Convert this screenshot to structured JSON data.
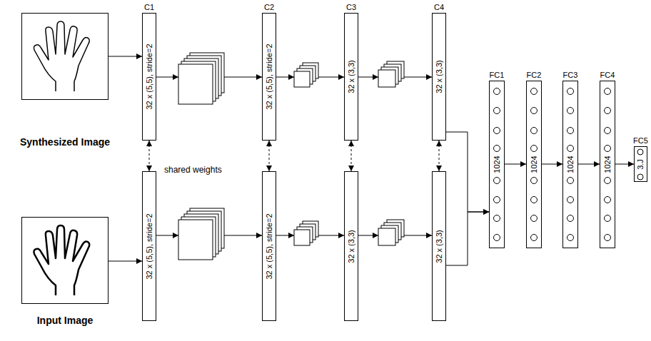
{
  "diagram": {
    "nodes": [
      {
        "text": [
          "Synthesized Image"
        ]
      },
      {
        "text": [
          "C1",
          "32 x (5,5), stride=2"
        ]
      },
      {
        "text": [
          "C2",
          "32 x (5,5), stride=2"
        ]
      },
      {
        "text": [
          "C3",
          "32 x (3,3)"
        ]
      },
      {
        "text": [
          "C4",
          "32 x (3,3)"
        ]
      },
      {
        "text": [
          "Input Image"
        ]
      },
      {
        "text": [
          "32 x (5,5), stride=2"
        ]
      },
      {
        "text": [
          "32 x (5,5), stride=2"
        ]
      },
      {
        "text": [
          "32 x (3,3)"
        ]
      },
      {
        "text": [
          "32 x (3,3)"
        ]
      },
      {
        "text": [
          "FC1",
          "1024"
        ]
      },
      {
        "text": [
          "FC2",
          "1024"
        ]
      },
      {
        "text": [
          "FC3",
          "1024"
        ]
      },
      {
        "text": [
          "FC4",
          "1024"
        ]
      },
      {
        "text": [
          "FC5",
          "3.J"
        ]
      }
    ],
    "edges": [
      {
        "from": 0,
        "to": 1,
        "arrow": "to"
      },
      {
        "from": 1,
        "to": 2,
        "arrow": "to"
      },
      {
        "from": 2,
        "to": 3,
        "arrow": "to"
      },
      {
        "from": 3,
        "to": 4,
        "arrow": "to"
      },
      {
        "from": 5,
        "to": 6,
        "arrow": "to"
      },
      {
        "from": 6,
        "to": 7,
        "arrow": "to"
      },
      {
        "from": 7,
        "to": 8,
        "arrow": "to"
      },
      {
        "from": 8,
        "to": 9,
        "arrow": "to"
      },
      {
        "from": 1,
        "to": 6,
        "arrow": "both"
      },
      {
        "from": 2,
        "to": 7,
        "arrow": "both"
      },
      {
        "from": 3,
        "to": 8,
        "arrow": "both"
      },
      {
        "from": 4,
        "to": 9,
        "arrow": "both"
      },
      {
        "from": 4,
        "to": 10,
        "arrow": "to"
      },
      {
        "from": 9,
        "to": 10,
        "arrow": "to"
      },
      {
        "from": 10,
        "to": 11,
        "arrow": "to"
      },
      {
        "from": 11,
        "to": 12,
        "arrow": "to"
      },
      {
        "from": 12,
        "to": 13,
        "arrow": "to"
      },
      {
        "from": 13,
        "to": 14,
        "arrow": "to"
      }
    ],
    "labels": [
      "shared weights"
    ]
  }
}
